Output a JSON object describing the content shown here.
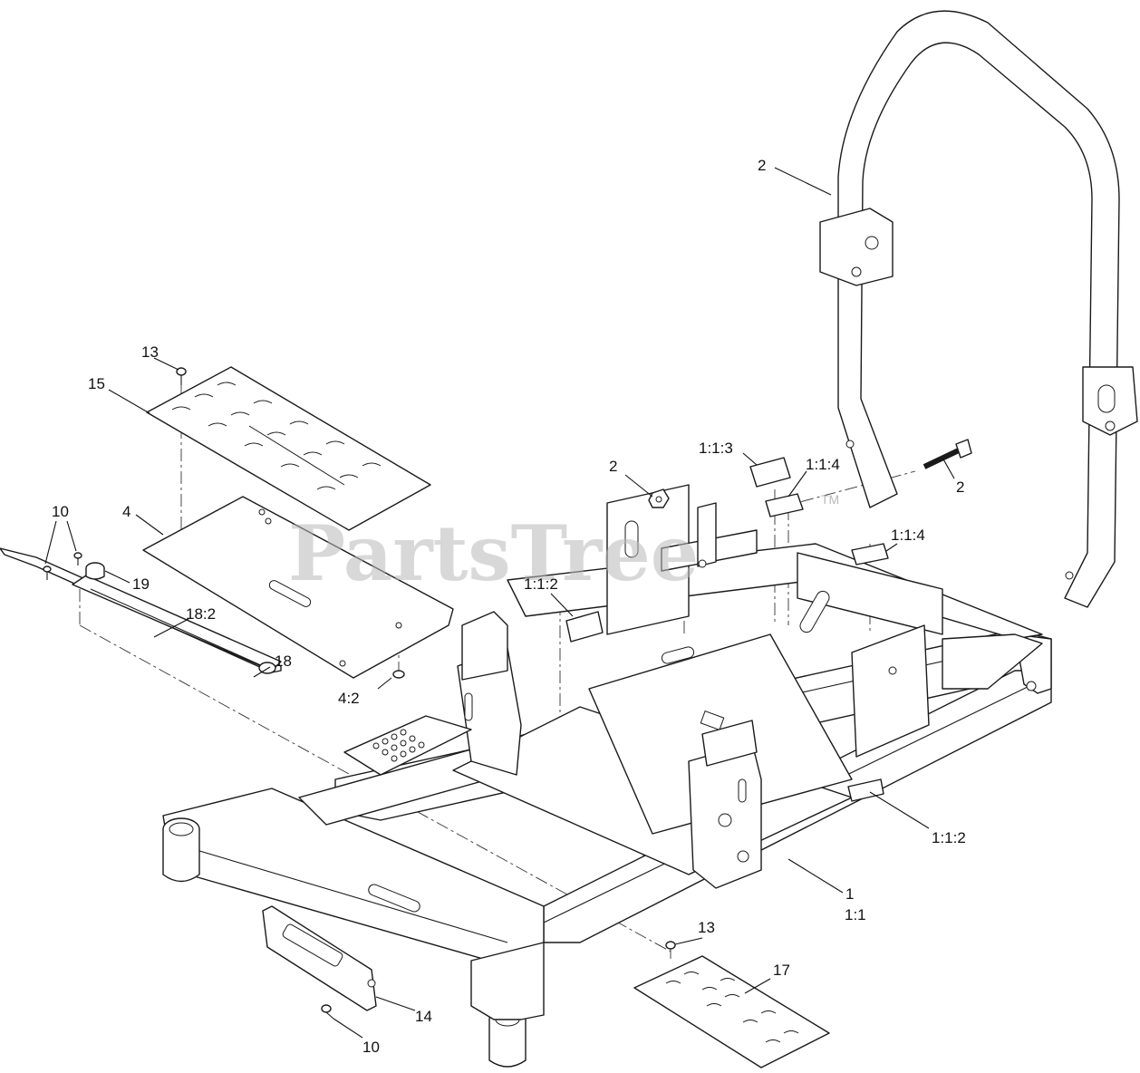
{
  "watermark": {
    "text": "PartsTree",
    "mark": "TM"
  },
  "callouts": [
    {
      "id": "c2a",
      "text": "2"
    },
    {
      "id": "c13a",
      "text": "13"
    },
    {
      "id": "c15",
      "text": "15"
    },
    {
      "id": "c10a",
      "text": "10"
    },
    {
      "id": "c4",
      "text": "4"
    },
    {
      "id": "c19",
      "text": "19"
    },
    {
      "id": "c182",
      "text": "18:2"
    },
    {
      "id": "c18",
      "text": "18"
    },
    {
      "id": "c42",
      "text": "4:2"
    },
    {
      "id": "c2b",
      "text": "2"
    },
    {
      "id": "c112a",
      "text": "1:1:2"
    },
    {
      "id": "c113",
      "text": "1:1:3"
    },
    {
      "id": "c114a",
      "text": "1:1:4"
    },
    {
      "id": "c2c",
      "text": "2"
    },
    {
      "id": "c114b",
      "text": "1:1:4"
    },
    {
      "id": "c112b",
      "text": "1:1:2"
    },
    {
      "id": "c1",
      "text": "1"
    },
    {
      "id": "c11",
      "text": "1:1"
    },
    {
      "id": "c13b",
      "text": "13"
    },
    {
      "id": "c17",
      "text": "17"
    },
    {
      "id": "c14",
      "text": "14"
    },
    {
      "id": "c10b",
      "text": "10"
    }
  ]
}
